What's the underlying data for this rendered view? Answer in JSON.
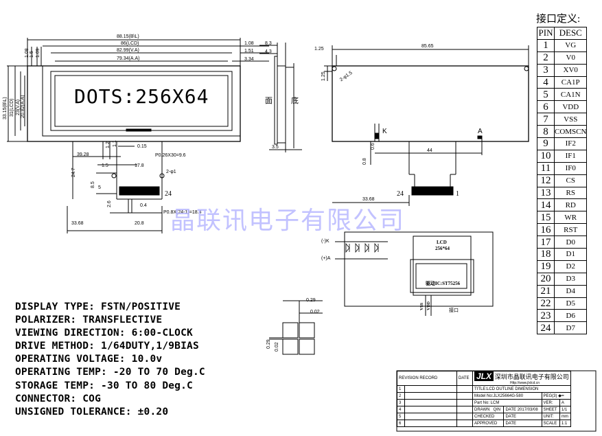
{
  "spec_lines": [
    "DISPLAY TYPE: FSTN/POSITIVE",
    "POLARIZER: TRANSFLECTIVE",
    "VIEWING DIRECTION: 6:00-CLOCK",
    "DRIVE METHOD: 1/64DUTY,1/9BIAS",
    "OPERATING VOLTAGE: 10.0v",
    "OPERATING TEMP: -20 TO 70 Deg.C",
    "STORAGE TEMP: -30 TO 80 Deg.C",
    "CONNECTOR: COG",
    "UNSIGNED TOLERANCE: ±0.20"
  ],
  "display_text": "DOTS:256X64",
  "watermark": "晶联讯电子有限公司",
  "pin_table": {
    "title": "接口定义:",
    "header": {
      "pin": "PIN",
      "desc": "DESC"
    },
    "rows": [
      {
        "pin": "1",
        "desc": "VG"
      },
      {
        "pin": "2",
        "desc": "V0"
      },
      {
        "pin": "3",
        "desc": "XV0"
      },
      {
        "pin": "4",
        "desc": "CA1P"
      },
      {
        "pin": "5",
        "desc": "CA1N"
      },
      {
        "pin": "6",
        "desc": "VDD"
      },
      {
        "pin": "7",
        "desc": "VSS"
      },
      {
        "pin": "8",
        "desc": "COMSCN"
      },
      {
        "pin": "9",
        "desc": "IF2"
      },
      {
        "pin": "10",
        "desc": "IF1"
      },
      {
        "pin": "11",
        "desc": "IF0"
      },
      {
        "pin": "12",
        "desc": "CS"
      },
      {
        "pin": "13",
        "desc": "RS"
      },
      {
        "pin": "14",
        "desc": "RD"
      },
      {
        "pin": "15",
        "desc": "WR"
      },
      {
        "pin": "16",
        "desc": "RST"
      },
      {
        "pin": "17",
        "desc": "D0"
      },
      {
        "pin": "18",
        "desc": "D1"
      },
      {
        "pin": "19",
        "desc": "D2"
      },
      {
        "pin": "20",
        "desc": "D3"
      },
      {
        "pin": "21",
        "desc": "D4"
      },
      {
        "pin": "22",
        "desc": "D5"
      },
      {
        "pin": "23",
        "desc": "D6"
      },
      {
        "pin": "24",
        "desc": "D7"
      }
    ]
  },
  "front_dims": {
    "w1": "88.15(B\\L)",
    "w2": "86(LCD)",
    "w3": "82.99(V.A)",
    "w4": "79.34(A.A)",
    "r1": "1.08",
    "r2": "1.51",
    "r3": "3.34",
    "h1": "33.15(B\\L)",
    "h2": "31(LCD)",
    "h3": "23(V.A)",
    "h4": "20.82(A.A)",
    "l1": "1.08",
    "l2": "1.5",
    "l3": "1.09",
    "d_39": "39.28",
    "d_12": "1.2",
    "d_11": "1.1",
    "d_015": "0.15",
    "pitch1": "P0.26X30=9.6",
    "d_178": "17.8",
    "d_15": "1.5",
    "d_phi1": "2-φ1",
    "d_247": "24.7",
    "d_85": "8.5",
    "d_5": "5",
    "pin24": "24",
    "d_26": "2.6",
    "d_04": "0.4",
    "pitch2": "P0.8X(24-1)=18.4",
    "d_3368": "33.68",
    "d_208": "20.8"
  },
  "side_dims": {
    "t1": "8.3",
    "t2": "4.3",
    "b1": "3.5",
    "face": "面",
    "base": "底"
  },
  "back_dims": {
    "top": "85.65",
    "t125": "1.25",
    "l125": "1.25",
    "hole": "2-φ1.5",
    "k": "K",
    "a": "A",
    "d06": "0.6",
    "d44": "44",
    "d08": "0.8",
    "d3368": "33.68",
    "p24": "24",
    "p1": "1"
  },
  "circuit": {
    "minus": "(-)K",
    "plus": "(+)A",
    "lcd": "LCD",
    "lcd_res": "256*64",
    "ic": "驱动IC:ST75256",
    "vss": "VSS",
    "vdd": "VDD",
    "conn": "接口"
  },
  "pixel_dims": {
    "d029a": "0.29",
    "d002a": "0.02",
    "d029b": "0.29",
    "d002b": "0.02"
  },
  "title_block": {
    "revision": "REVISION RECORD",
    "date": "DATE",
    "logo": "JLX",
    "company": "深圳市晶联讯电子有限公司",
    "url": "Http://www.jlxlcd.cn",
    "title": "TITLE:LCD OUTLINE DIMENSION",
    "model": "Model No:JLX25664G-580",
    "part": "Part No:  LCM",
    "peg": "PEG(3)",
    "ver_label": "VER:",
    "ver": "A",
    "drawn": "DRAWN",
    "drawn_by": "QIN",
    "date_label": "DATE",
    "date_val": "2017/03/08",
    "sheet_label": "SHEET",
    "sheet": "1/1",
    "checked": "CHECKED",
    "unit_label": "UNIT:",
    "unit": "mm",
    "approved": "APPROVED",
    "scale_label": "SCALE",
    "scale": "1:1",
    "rows": [
      "1",
      "2",
      "3",
      "4",
      "5",
      "6"
    ]
  }
}
